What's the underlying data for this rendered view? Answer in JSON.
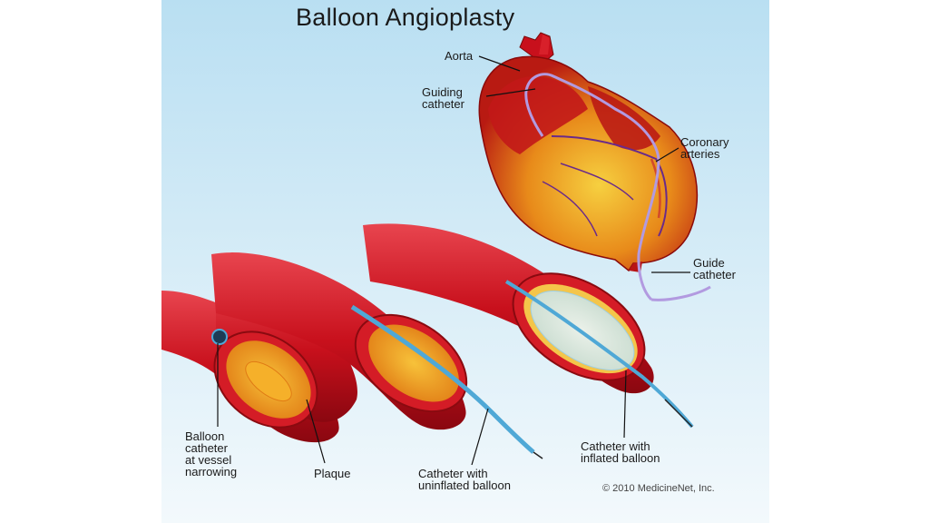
{
  "title": "Balloon Angioplasty",
  "labels": {
    "aorta": "Aorta",
    "guiding_catheter": "Guiding\ncatheter",
    "coronary_arteries": "Coronary\narteries",
    "guide_catheter": "Guide\ncatheter",
    "balloon_catheter": "Balloon\ncatheter\nat vessel\nnarrowing",
    "plaque": "Plaque",
    "catheter_uninflated": "Catheter with\nuninflated balloon",
    "catheter_inflated": "Catheter with\ninflated balloon"
  },
  "copyright": "© 2010 MedicineNet, Inc.",
  "colors": {
    "sky_top": "#b9dff2",
    "sky_bottom": "#eef7fb",
    "vessel": "#c8101c",
    "plaque": "#f2a21e",
    "catheter": "#4fa8d6"
  }
}
